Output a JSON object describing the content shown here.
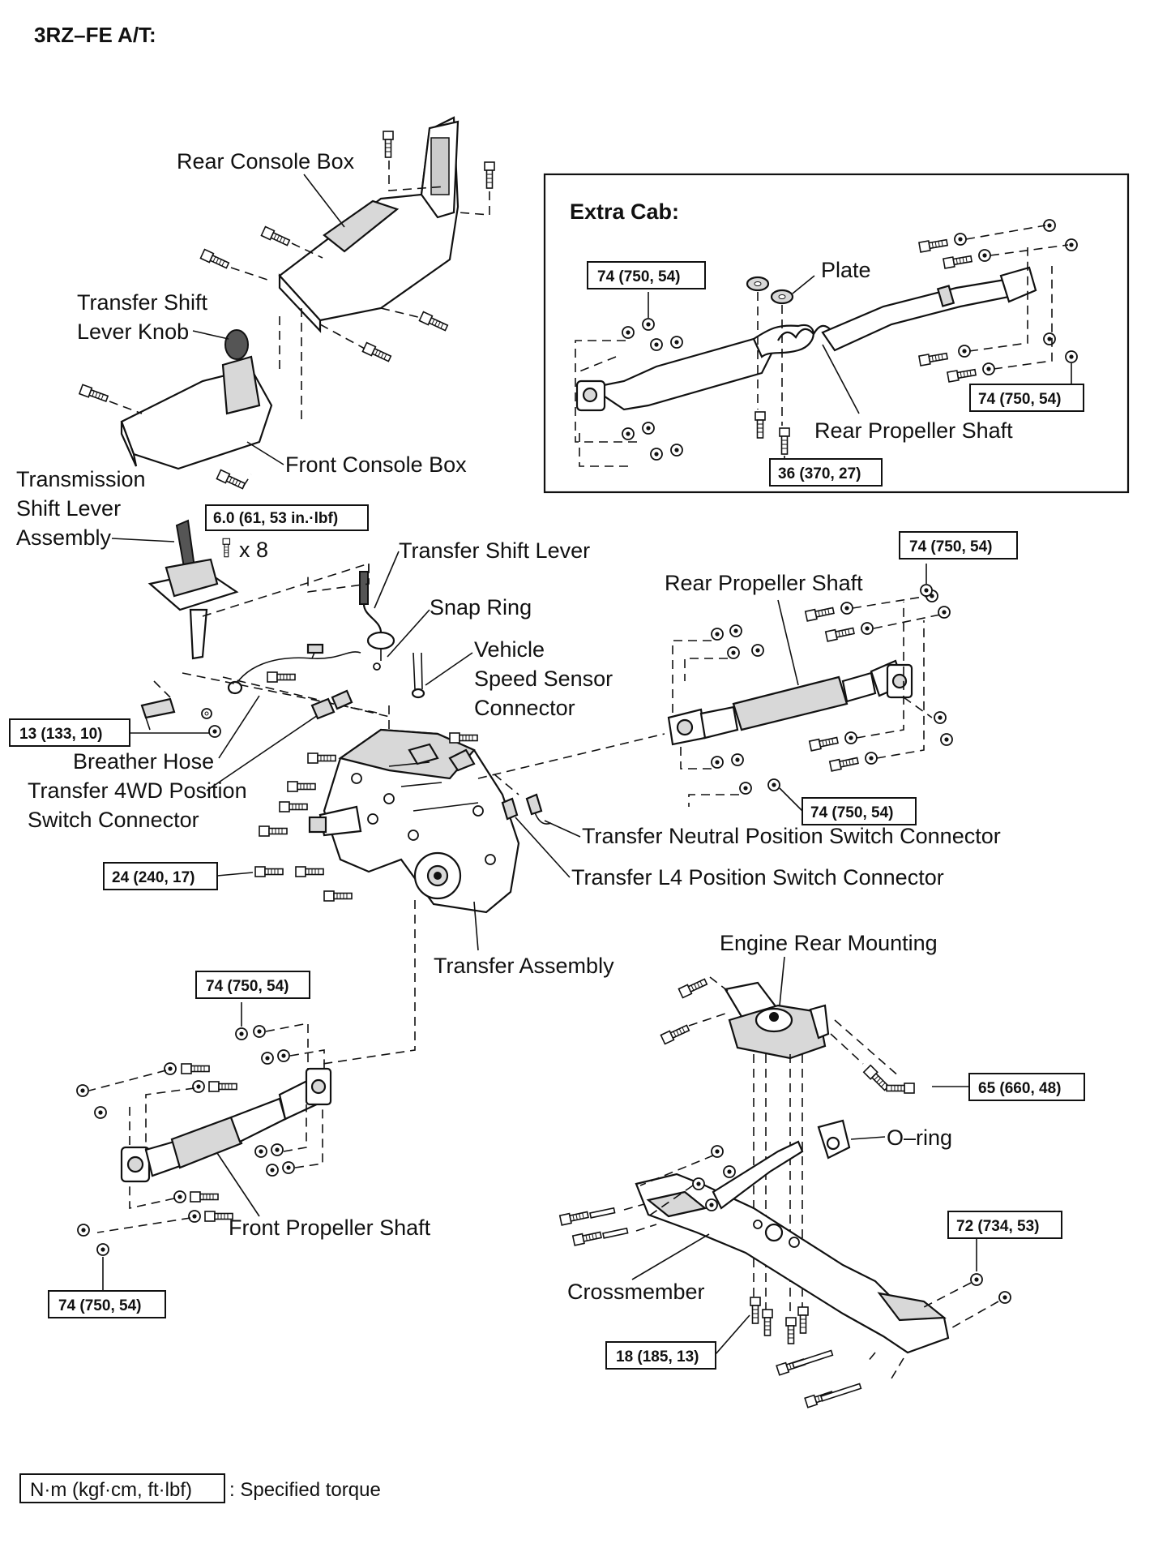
{
  "header": {
    "title": "3RZ–FE A/T:"
  },
  "inset": {
    "title": "Extra Cab:"
  },
  "labels": {
    "rear_console_box": "Rear Console Box",
    "transfer_shift_lever_knob_1": "Transfer Shift",
    "transfer_shift_lever_knob_2": "Lever Knob",
    "front_console_box": "Front Console Box",
    "trans_shift_lever_1": "Transmission",
    "trans_shift_lever_2": "Shift Lever",
    "trans_shift_lever_3": "Assembly",
    "bolt_count": "x 8",
    "transfer_shift_lever": "Transfer Shift Lever",
    "snap_ring": "Snap Ring",
    "vss_1": "Vehicle",
    "vss_2": "Speed Sensor",
    "vss_3": "Connector",
    "breather_hose": "Breather Hose",
    "t4wd_1": "Transfer 4WD Position",
    "t4wd_2": "Switch Connector",
    "neutral_switch": "Transfer Neutral Position Switch Connector",
    "l4_switch": "Transfer L4 Position Switch Connector",
    "transfer_assembly": "Transfer Assembly",
    "rear_propeller_shaft": "Rear Propeller Shaft",
    "rear_propeller_shaft_inset": "Rear Propeller Shaft",
    "plate": "Plate",
    "engine_rear_mounting": "Engine Rear Mounting",
    "o_ring": "O–ring",
    "front_propeller_shaft": "Front Propeller Shaft",
    "crossmember": "Crossmember"
  },
  "torque": {
    "shift_lever_bolts": "6.0 (61, 53 in.·lbf)",
    "inset_front": "74 (750, 54)",
    "inset_rear": "74 (750, 54)",
    "inset_center": "36 (370, 27)",
    "rear_shaft_top": "74 (750, 54)",
    "rear_shaft_bottom": "74 (750, 54)",
    "breather_bracket": "13 (133, 10)",
    "transfer_mount": "24 (240, 17)",
    "front_shaft_top": "74 (750, 54)",
    "front_shaft_bottom": "74 (750, 54)",
    "engine_mount": "65 (660, 48)",
    "crossmember_right": "72 (734, 53)",
    "crossmember_bottom": "18 (185, 13)"
  },
  "legend": {
    "unit_box": "N·m (kgf·cm, ft·lbf)",
    "description": ": Specified torque"
  }
}
